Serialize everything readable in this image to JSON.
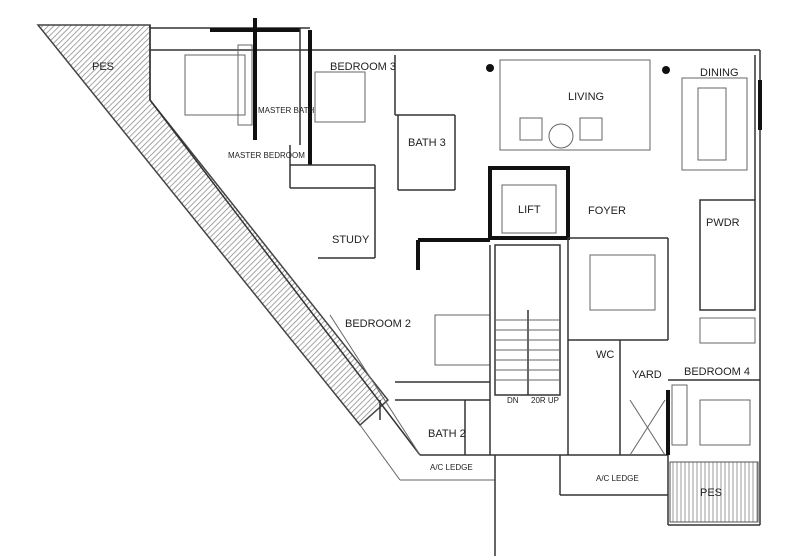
{
  "plan": {
    "rooms": {
      "pes_main": "PES",
      "master_bath": "MASTER BATH",
      "bedroom_3": "BEDROOM 3",
      "living": "LIVING",
      "dining": "DINING",
      "master_bedroom": "MASTER BEDROOM",
      "bath_3": "BATH 3",
      "lift": "LIFT",
      "foyer": "FOYER",
      "pwdr": "PWDR",
      "study": "STUDY",
      "bedroom_2": "BEDROOM 2",
      "wc": "WC",
      "yard": "YARD",
      "bedroom_4": "BEDROOM 4",
      "bath_2": "BATH 2",
      "ac_ledge_1": "A/C LEDGE",
      "ac_ledge_2": "A/C LEDGE",
      "pes_small": "PES"
    },
    "stairs": {
      "down": "DN",
      "up": "20R UP"
    }
  },
  "colors": {
    "wall": "#333333",
    "hatch": "#888888"
  }
}
